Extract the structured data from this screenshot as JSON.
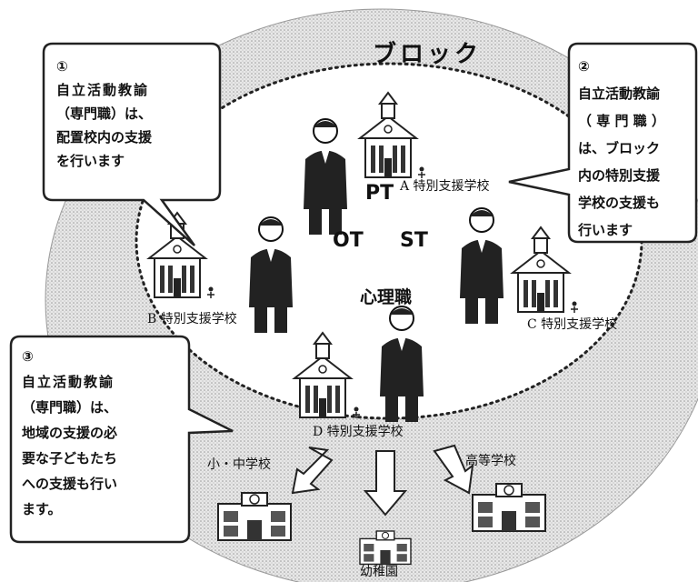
{
  "title": "ブロック",
  "bubbles": [
    {
      "num": "①",
      "lines": [
        "自立活動教諭",
        "（専門職）は、",
        "配置校内の支援",
        "を行います"
      ]
    },
    {
      "num": "②",
      "lines": [
        "自立活動教諭",
        "（ 専 門 職 ）",
        "は、ブロック",
        "内の特別支援",
        "学校の支援も",
        "行います"
      ]
    },
    {
      "num": "③",
      "lines": [
        "自立活動教諭",
        "（専門職）は、",
        "地域の支援の必",
        "要な子どもたち",
        "への支援も行い",
        "ます。"
      ]
    }
  ],
  "schools": {
    "a": "A 特別支援学校",
    "b": "B 特別支援学校",
    "c": "C 特別支援学校",
    "d": "D 特別支援学校"
  },
  "roles": {
    "pt": "PT",
    "ot": "OT",
    "st": "ST",
    "psych": "心理職"
  },
  "destinations": {
    "elementary_middle": "小・中学校",
    "high": "高等学校",
    "kindergarten": "幼稚園"
  }
}
